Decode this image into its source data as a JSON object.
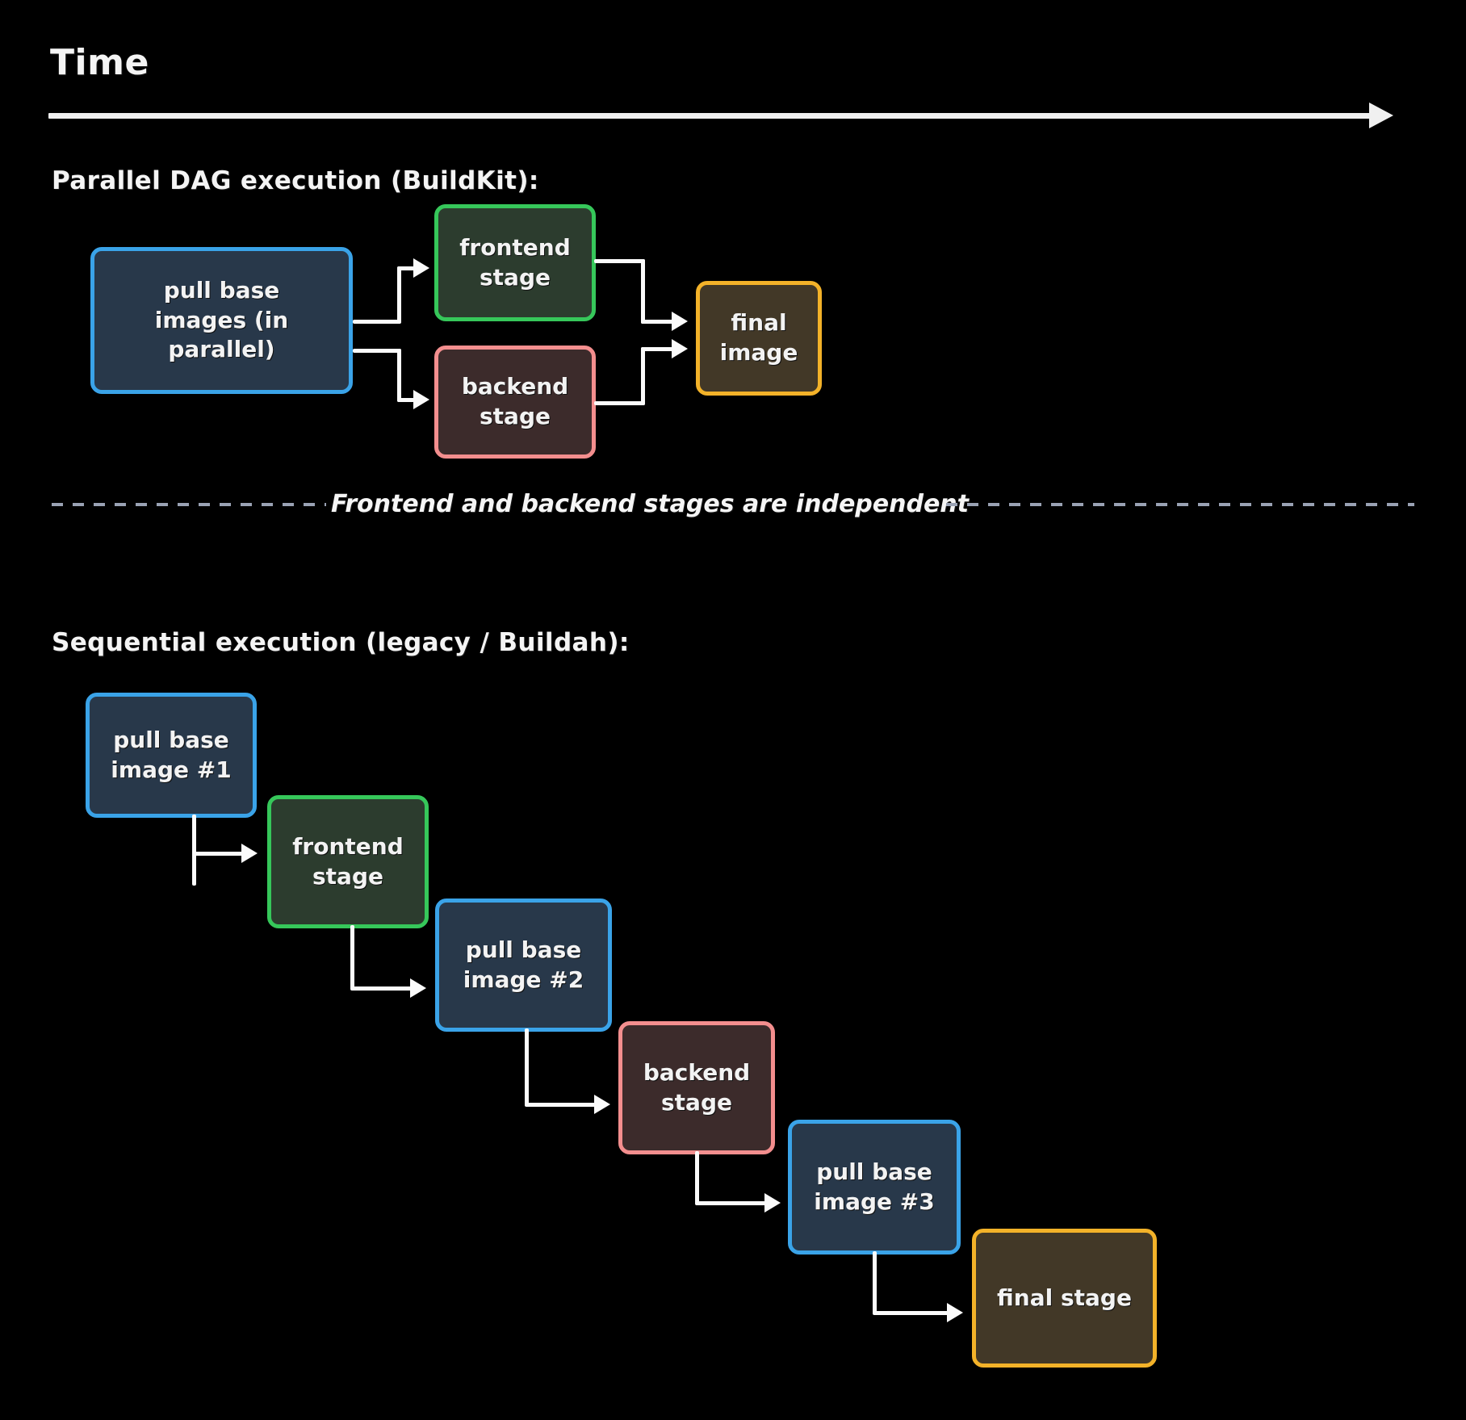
{
  "diagram": {
    "title": "Time",
    "background_color": "#000000",
    "axis": {
      "name": "time-axis",
      "direction": "left-to-right",
      "color": "#f0f0f0"
    },
    "sections": {
      "parallel": {
        "heading": "Parallel DAG execution (BuildKit):"
      },
      "sequential": {
        "heading": "Sequential execution (legacy / Buildah):"
      }
    },
    "divider": {
      "text": "Frontend and backend stages are independent",
      "style": "dashed",
      "dash_color": "#9aa2b4"
    },
    "palette": {
      "blue_border": "#3aa3e8",
      "blue_fill": "#28384a",
      "green_border": "#36c75a",
      "green_fill": "#2c3c2e",
      "red_border": "#f38e8e",
      "red_fill": "#3c2b2b",
      "yellow_border": "#f3b229",
      "yellow_fill": "#423827",
      "connector": "#fbfbfb",
      "text": "#f3f3f3"
    },
    "parallel_nodes": [
      {
        "id": "pull-base-images",
        "label": "pull base\nimages (in\nparallel)",
        "color": "blue"
      },
      {
        "id": "frontend-stage",
        "label": "frontend\nstage",
        "color": "green"
      },
      {
        "id": "backend-stage",
        "label": "backend\nstage",
        "color": "red"
      },
      {
        "id": "final-image",
        "label": "final\nimage",
        "color": "yellow"
      }
    ],
    "parallel_edges": [
      {
        "from": "pull-base-images",
        "to": "frontend-stage"
      },
      {
        "from": "pull-base-images",
        "to": "backend-stage"
      },
      {
        "from": "frontend-stage",
        "to": "final-image"
      },
      {
        "from": "backend-stage",
        "to": "final-image"
      }
    ],
    "sequential_nodes": [
      {
        "id": "pull-base-image-1",
        "label": "pull base\nimage #1",
        "color": "blue"
      },
      {
        "id": "frontend-stage-2",
        "label": "frontend\nstage",
        "color": "green"
      },
      {
        "id": "pull-base-image-2",
        "label": "pull base\nimage #2",
        "color": "blue"
      },
      {
        "id": "backend-stage-2",
        "label": "backend\nstage",
        "color": "red"
      },
      {
        "id": "pull-base-image-3",
        "label": "pull base\nimage #3",
        "color": "blue"
      },
      {
        "id": "final-stage",
        "label": "final stage",
        "color": "yellow"
      }
    ],
    "sequential_edges": [
      {
        "from": "pull-base-image-1",
        "to": "frontend-stage-2"
      },
      {
        "from": "frontend-stage-2",
        "to": "pull-base-image-2"
      },
      {
        "from": "pull-base-image-2",
        "to": "backend-stage-2"
      },
      {
        "from": "backend-stage-2",
        "to": "pull-base-image-3"
      },
      {
        "from": "pull-base-image-3",
        "to": "final-stage"
      }
    ]
  }
}
